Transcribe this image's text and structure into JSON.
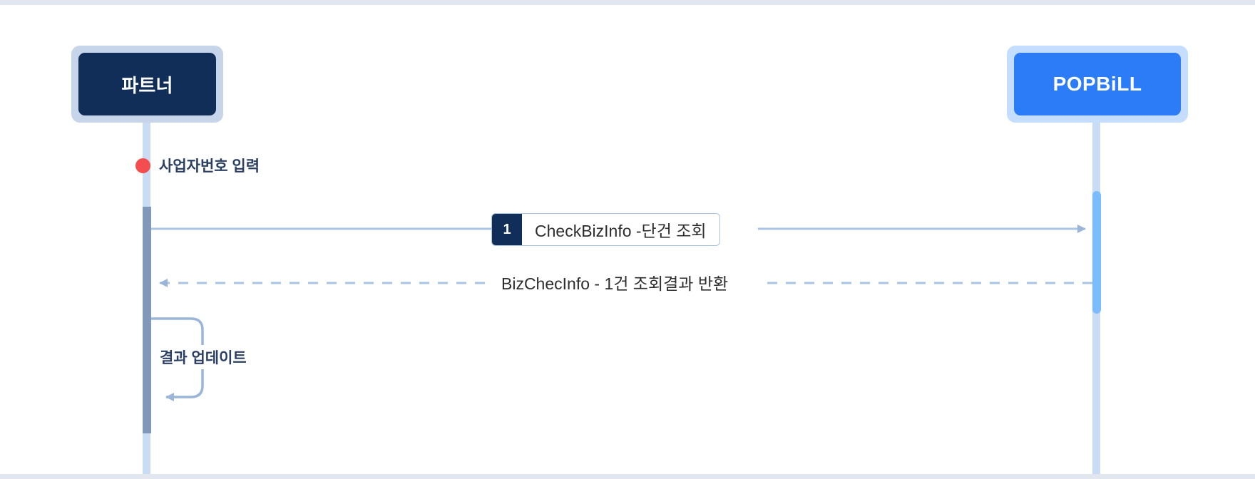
{
  "diagram": {
    "type": "sequence-diagram",
    "background_color": "#ffffff",
    "edge_band_color": "#e2e6ef"
  },
  "participants": [
    {
      "id": "partner",
      "label": "파트너",
      "fill_color": "#102e58",
      "frame_color": "#c6d5ea",
      "text_color": "#ffffff"
    },
    {
      "id": "popbill",
      "label": "POPBiLL",
      "fill_color": "#2b7cf6",
      "frame_color": "#c5ddfe",
      "text_color": "#ffffff"
    }
  ],
  "lifeline_color": "#c9dcf4",
  "activations": [
    {
      "id": "partner-activation",
      "participant": "파트너",
      "color": "#8298b8"
    },
    {
      "id": "popbill-activation",
      "participant": "POPBiLL",
      "color": "#7cbcfc"
    }
  ],
  "start_marker": {
    "label": "사업자번호 입력",
    "dot_color": "#f44d4d",
    "text_color": "#2b3f63"
  },
  "messages": [
    {
      "seq": "1",
      "label": "CheckBizInfo -단건 조회",
      "from": "파트너",
      "to": "POPBiLL",
      "style": "solid",
      "direction": "right",
      "seq_badge_color": "#102e58",
      "line_color": "#a9c4e4"
    },
    {
      "seq": "",
      "label": "BizChecInfo - 1건 조회결과 반환",
      "from": "POPBiLL",
      "to": "파트너",
      "style": "dashed",
      "direction": "left",
      "line_color": "#a9c4e4"
    },
    {
      "seq": "",
      "label": "결과 업데이트",
      "from": "파트너",
      "to": "파트너",
      "style": "self-loop",
      "direction": "left",
      "line_color": "#9ab5d8"
    }
  ]
}
